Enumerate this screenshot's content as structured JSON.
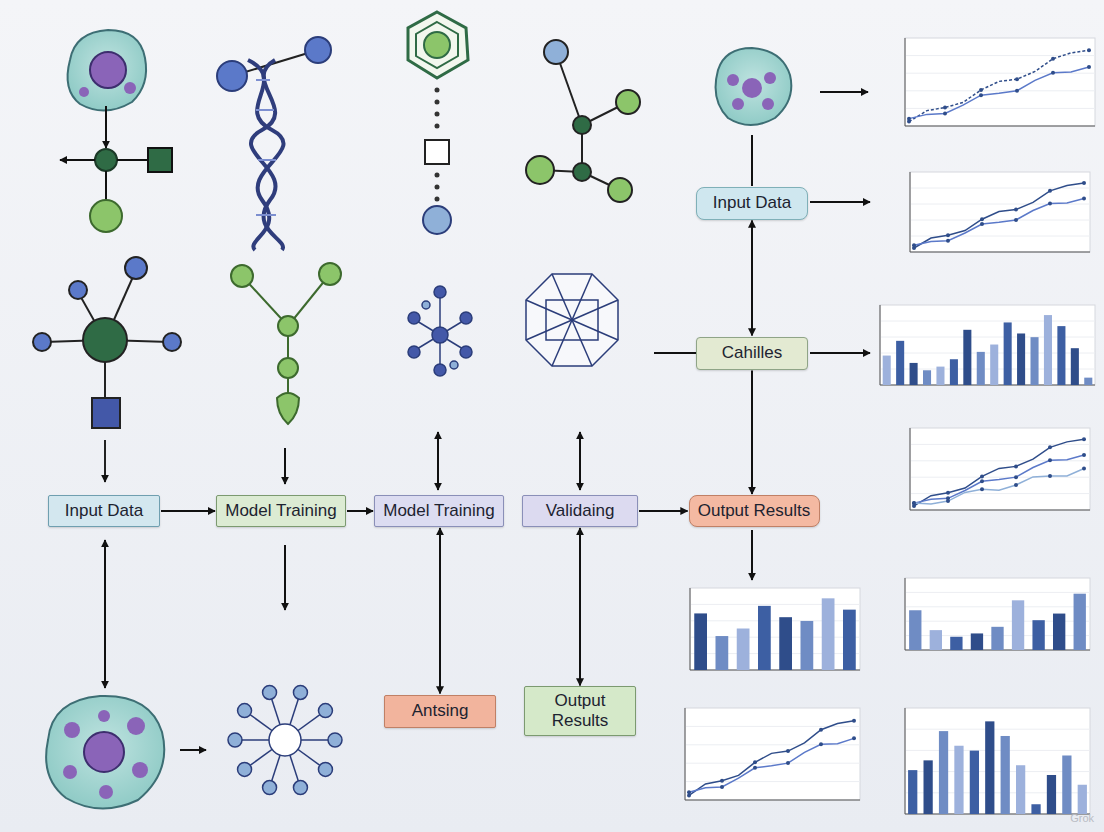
{
  "diagram": {
    "nodes": [
      {
        "text": [
          "Input Data"
        ]
      },
      {
        "text": [
          "Cahilles"
        ]
      },
      {
        "text": [
          "Input Data"
        ]
      },
      {
        "text": [
          "Model Training"
        ]
      },
      {
        "text": [
          "Model Training"
        ]
      },
      {
        "text": [
          "Validaing"
        ]
      },
      {
        "text": [
          "Output Results"
        ]
      },
      {
        "text": [
          "Antsing"
        ]
      },
      {
        "text": [
          "Output Results"
        ]
      }
    ],
    "edges": [
      {
        "from": 2,
        "to": 3,
        "arrow": "to"
      },
      {
        "from": 3,
        "to": 4,
        "arrow": "to"
      },
      {
        "from": 5,
        "to": 6,
        "arrow": "to"
      },
      {
        "from": 0,
        "to": 1,
        "arrow": "both"
      },
      {
        "from": 1,
        "to": 6,
        "arrow": "to"
      },
      {
        "from": 4,
        "to": 7,
        "arrow": "both"
      },
      {
        "from": 5,
        "to": 8,
        "arrow": "both"
      }
    ],
    "labels": [
      "Grok"
    ]
  }
}
